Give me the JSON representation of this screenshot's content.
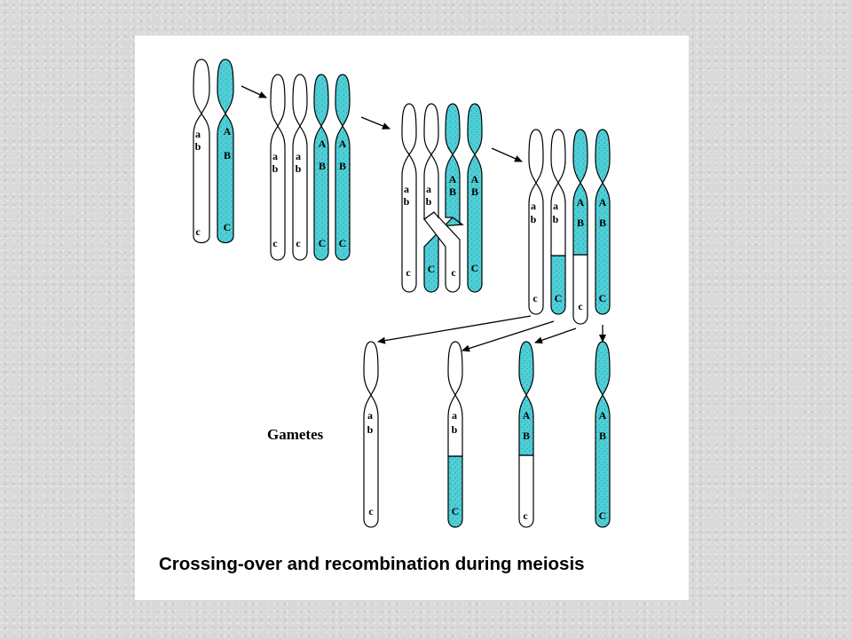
{
  "colors": {
    "paternal_fill": "#4fd0d8",
    "maternal_fill": "#ffffff",
    "outline": "#000000",
    "panel": "#ffffff"
  },
  "genes": {
    "a": "a",
    "b": "b",
    "c": "c",
    "A": "A",
    "B": "B",
    "C": "C"
  },
  "labels": {
    "gametes": "Gametes",
    "caption": "Crossing-over and recombination  during meiosis"
  }
}
